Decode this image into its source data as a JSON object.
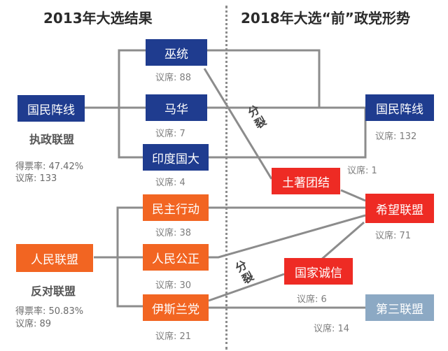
{
  "headings": {
    "left": "2013年大选结果",
    "right": "2018年大选“前”政党形势"
  },
  "colors": {
    "navy": "#1f3c8f",
    "orange": "#f26522",
    "red": "#ee2b24",
    "steel": "#8ca9c4",
    "line": "#8c8c8c"
  },
  "bn": {
    "label": "国民阵线",
    "alliance": "执政联盟",
    "vote_share": "得票率: 47.42%",
    "seats": "议席: 133"
  },
  "pr": {
    "label": "人民联盟",
    "alliance": "反对联盟",
    "vote_share": "得票率: 50.83%",
    "seats": "议席: 89"
  },
  "parties_2013": [
    {
      "label": "巫统",
      "seats": "议席: 88"
    },
    {
      "label": "马华",
      "seats": "议席: 7"
    },
    {
      "label": "印度国大",
      "seats": "议席: 4"
    },
    {
      "label": "民主行动",
      "seats": "议席: 38"
    },
    {
      "label": "人民公正",
      "seats": "议席: 30"
    },
    {
      "label": "伊斯兰党",
      "seats": "议席: 21"
    }
  ],
  "parties_2018": [
    {
      "label": "土著团结",
      "seats": "议席: 1"
    },
    {
      "label": "国家诚信",
      "seats": "议席: 6"
    }
  ],
  "coalitions_2018": [
    {
      "label": "国民阵线",
      "seats": "议席: 132"
    },
    {
      "label": "希望联盟",
      "seats": "议席: 71"
    },
    {
      "label": "第三联盟",
      "seats": "议席: 14"
    }
  ],
  "split_label": "分裂"
}
